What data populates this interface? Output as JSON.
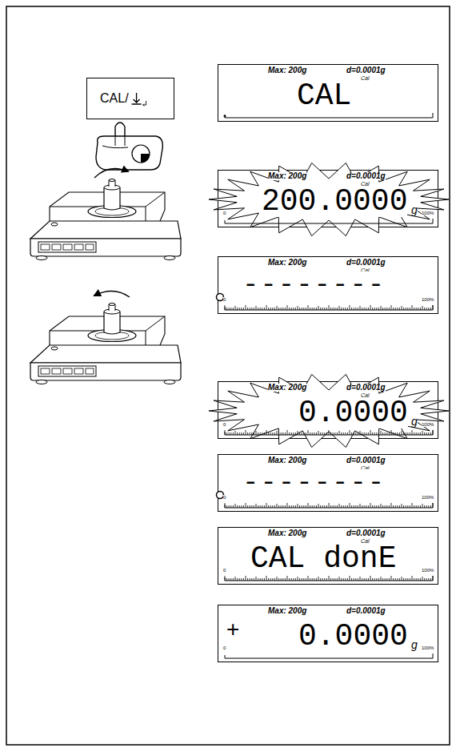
{
  "diagram": {
    "nodes": [
      {
        "text": [
          "CAL/"
        ]
      },
      {
        "text": [
          "Max: 200g",
          "d=0.0001g",
          "Cal",
          "CAL"
        ]
      },
      {
        "text": [
          "Max: 200g",
          "d=0.0001g",
          "Cal",
          "200.0000",
          "g",
          "0",
          "100%"
        ]
      },
      {
        "text": [
          "Max: 200g",
          "d=0.0001g",
          "Cal",
          "--------",
          "0",
          "100%"
        ]
      },
      {
        "text": [
          "Max: 200g",
          "d=0.0001g",
          "Cal",
          "0.0000",
          "g",
          "0",
          "100%"
        ]
      },
      {
        "text": [
          "Max: 200g",
          "d=0.0001g",
          "Cal",
          "--------",
          "0",
          "100%"
        ]
      },
      {
        "text": [
          "Max: 200g",
          "d=0.0001g",
          "Cal",
          "CAL donE",
          "0",
          "100%"
        ]
      },
      {
        "text": [
          "Max: 200g",
          "d=0.0001g",
          "+",
          "0.0000",
          "g",
          "0",
          "100%"
        ]
      }
    ]
  }
}
